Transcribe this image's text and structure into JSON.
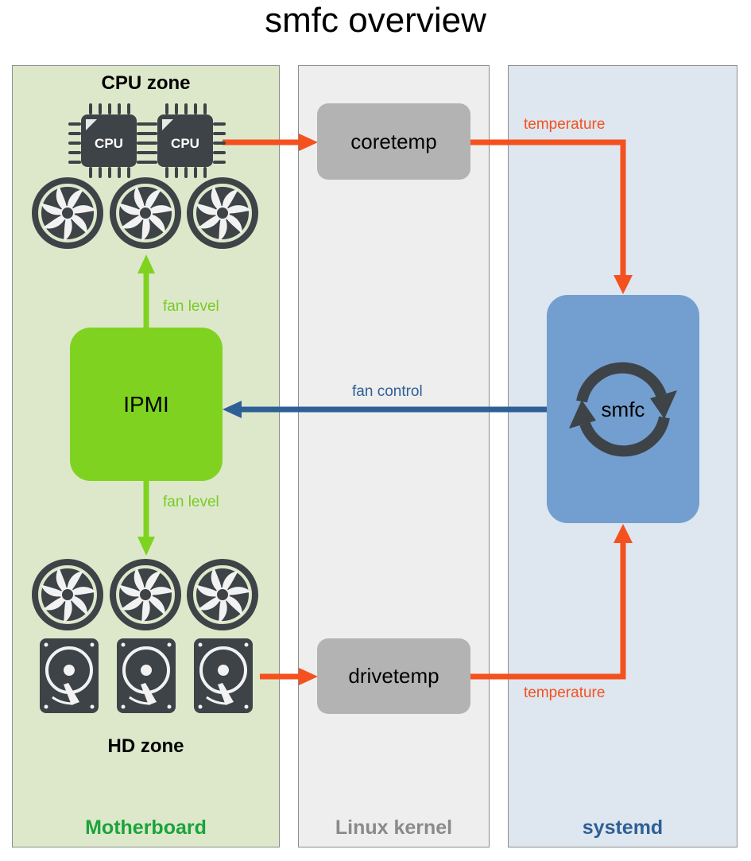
{
  "title": "smfc overview",
  "columns": {
    "motherboard": "Motherboard",
    "linux_kernel": "Linux kernel",
    "systemd": "systemd"
  },
  "zones": {
    "cpu": "CPU zone",
    "hd": "HD zone"
  },
  "nodes": {
    "coretemp": "coretemp",
    "drivetemp": "drivetemp",
    "ipmi": "IPMI",
    "smfc": "smfc"
  },
  "icons": {
    "cpu_chip_text": "CPU"
  },
  "edges": {
    "temperature_top": "temperature",
    "temperature_bottom": "temperature",
    "fan_control": "fan control",
    "fan_level_up": "fan level",
    "fan_level_down": "fan level"
  },
  "colors": {
    "motherboard_bg": "#dde8cb",
    "kernel_bg": "#eeeeee",
    "systemd_bg": "#dee6ef",
    "temperature_arrow": "#f4511e",
    "fan_level_arrow": "#7fd320",
    "fan_control_arrow": "#2e5f96",
    "icon_dark": "#3d4347"
  }
}
